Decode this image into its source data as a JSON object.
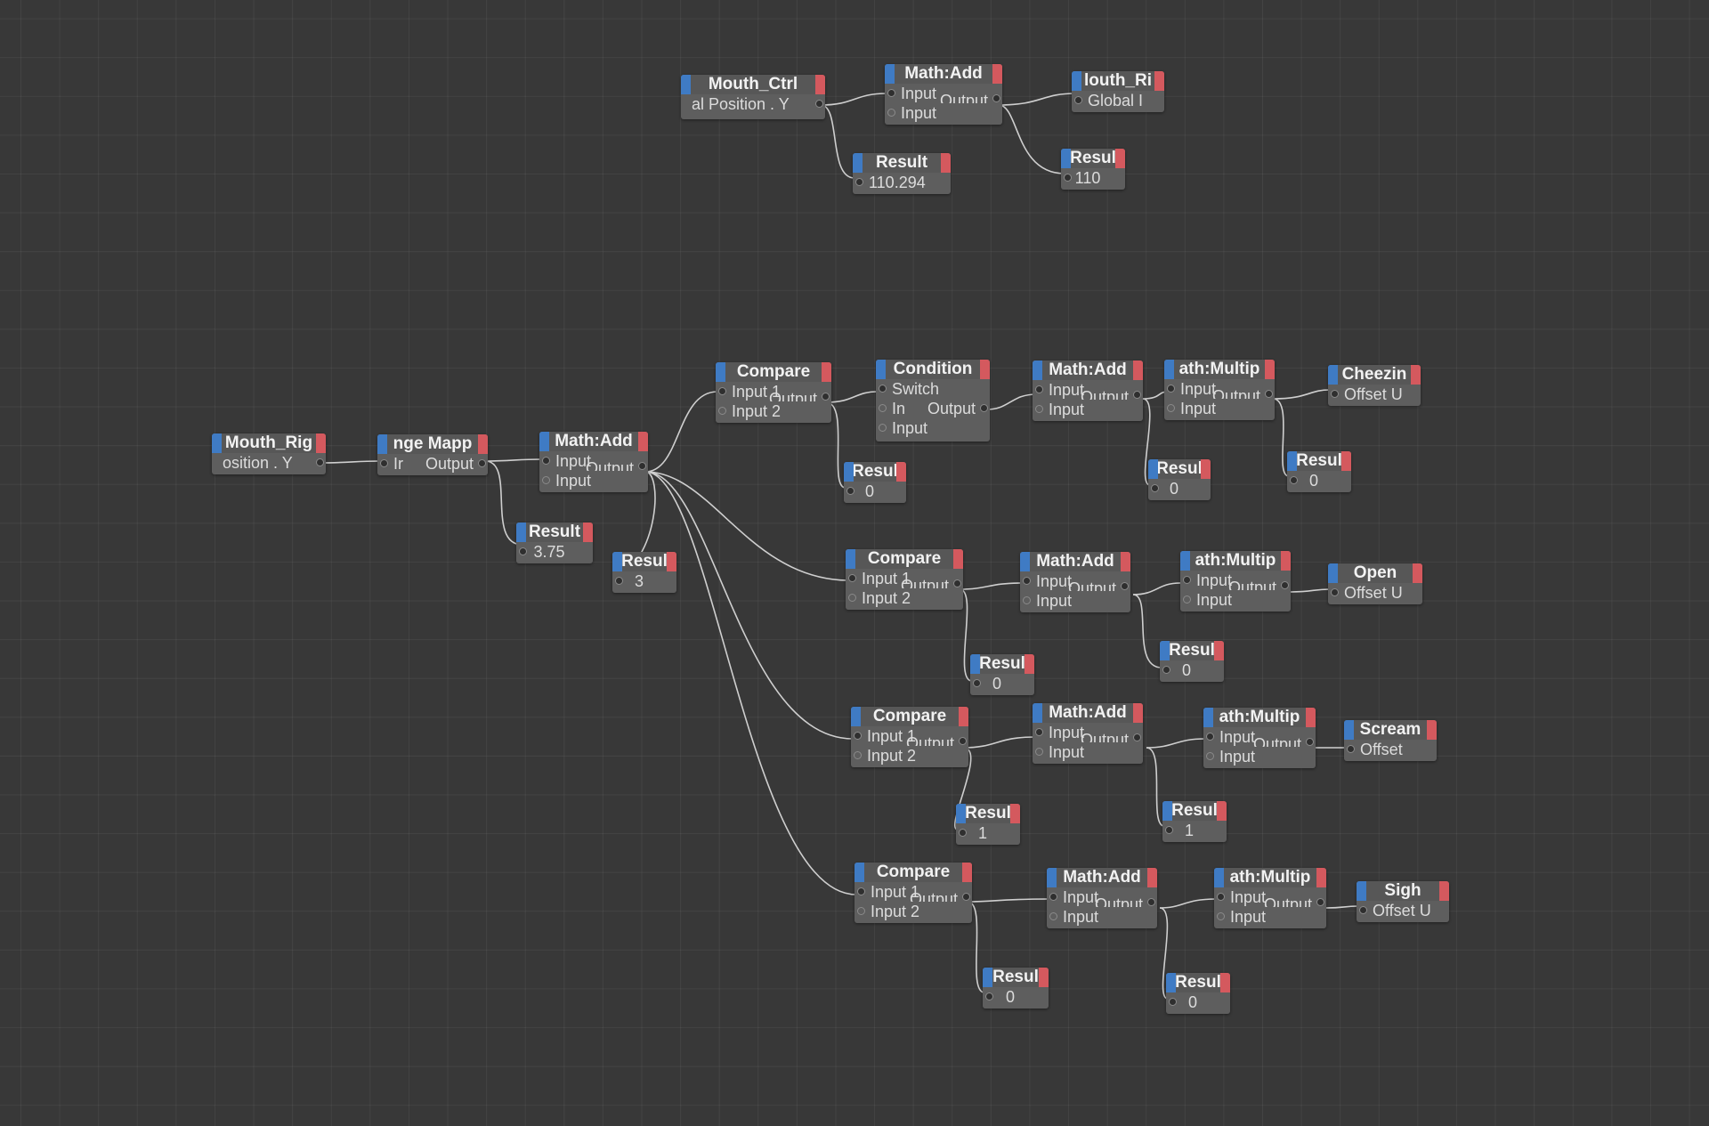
{
  "colors": {
    "background": "#383838",
    "node_body": "#5e5e5e",
    "header_left": "#3f7bc4",
    "header_right": "#d4595e",
    "wire": "#cfcfcf"
  },
  "nodes": {
    "mouth_ctrl": {
      "title": "Mouth_Ctrl",
      "rows": [
        "al Position . Y"
      ]
    },
    "math_add_top": {
      "title": "Math:Add",
      "in1": "Input",
      "in2": "Input",
      "out": "Output"
    },
    "mouth_rig_top": {
      "title": "louth_Ri",
      "rows": [
        "Global I"
      ]
    },
    "result_top_a": {
      "title": "Result",
      "value": "110.294"
    },
    "result_top_b": {
      "title": "Resul",
      "value": "110"
    },
    "mouth_rig_left": {
      "title": "Mouth_Rig",
      "rows": [
        "osition . Y"
      ]
    },
    "range_mapper": {
      "title": "nge Mapp",
      "in1": "Ir",
      "out": "Output"
    },
    "math_add_main": {
      "title": "Math:Add",
      "in1": "Input",
      "in2": "Input",
      "out": "Output"
    },
    "result_range": {
      "title": "Result",
      "value": "3.75"
    },
    "result_main": {
      "title": "Resul",
      "value": "3"
    },
    "compare_1": {
      "title": "Compare",
      "in1": "Input 1",
      "in2": "Input 2",
      "out": "Output"
    },
    "result_c1": {
      "title": "Resul",
      "value": "0"
    },
    "condition": {
      "title": "Condition",
      "in1": "Switch",
      "in2": "In",
      "in3": "Input",
      "out": "Output"
    },
    "math_add_r1": {
      "title": "Math:Add",
      "in1": "Input",
      "in2": "Input",
      "out": "Output"
    },
    "result_a1": {
      "title": "Resul",
      "value": "0"
    },
    "math_mult_r1": {
      "title": "ath:Multip",
      "in1": "Input",
      "in2": "Input",
      "out": "Output"
    },
    "cheezing": {
      "title": "Cheezin",
      "rows": [
        "Offset U"
      ]
    },
    "result_m1": {
      "title": "Resul",
      "value": "0"
    },
    "compare_2": {
      "title": "Compare",
      "in1": "Input 1",
      "in2": "Input 2",
      "out": "Output"
    },
    "result_c2": {
      "title": "Resul",
      "value": "0"
    },
    "math_add_r2": {
      "title": "Math:Add",
      "in1": "Input",
      "in2": "Input",
      "out": "Output"
    },
    "result_a2": {
      "title": "Resul",
      "value": "0"
    },
    "math_mult_r2": {
      "title": "ath:Multip",
      "in1": "Input",
      "in2": "Input",
      "out": "Output"
    },
    "open": {
      "title": "Open",
      "rows": [
        "Offset U"
      ]
    },
    "compare_3": {
      "title": "Compare",
      "in1": "Input 1",
      "in2": "Input 2",
      "out": "Output"
    },
    "result_c3": {
      "title": "Resul",
      "value": "1"
    },
    "math_add_r3": {
      "title": "Math:Add",
      "in1": "Input",
      "in2": "Input",
      "out": "Output"
    },
    "result_a3": {
      "title": "Resul",
      "value": "1"
    },
    "math_mult_r3": {
      "title": "ath:Multip",
      "in1": "Input",
      "in2": "Input",
      "out": "Output"
    },
    "scream": {
      "title": "Scream",
      "rows": [
        "Offset"
      ]
    },
    "compare_4": {
      "title": "Compare",
      "in1": "Input 1",
      "in2": "Input 2",
      "out": "Output"
    },
    "result_c4": {
      "title": "Resul",
      "value": "0"
    },
    "math_add_r4": {
      "title": "Math:Add",
      "in1": "Input",
      "in2": "Input",
      "out": "Output"
    },
    "result_a4": {
      "title": "Resul",
      "value": "0"
    },
    "math_mult_r4": {
      "title": "ath:Multip",
      "in1": "Input",
      "in2": "Input",
      "out": "Output"
    },
    "sigh": {
      "title": "Sigh",
      "rows": [
        "Offset U"
      ]
    }
  }
}
